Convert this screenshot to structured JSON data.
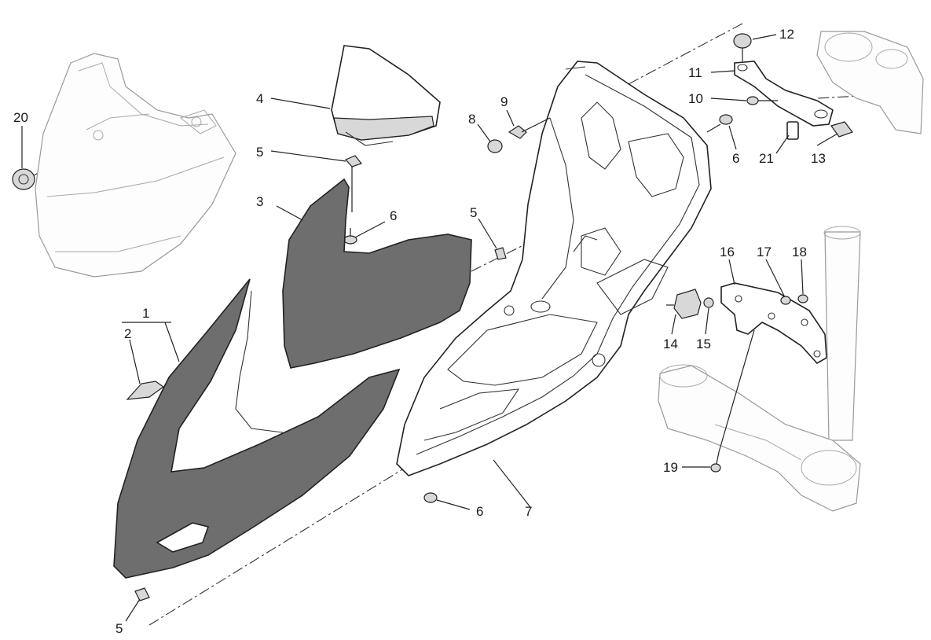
{
  "callouts": [
    {
      "id": "1",
      "text": "1"
    },
    {
      "id": "2",
      "text": "2"
    },
    {
      "id": "3",
      "text": "3"
    },
    {
      "id": "4",
      "text": "4"
    },
    {
      "id": "5a",
      "text": "5"
    },
    {
      "id": "5b",
      "text": "5"
    },
    {
      "id": "5c",
      "text": "5"
    },
    {
      "id": "6a",
      "text": "6"
    },
    {
      "id": "6b",
      "text": "6"
    },
    {
      "id": "6c",
      "text": "6"
    },
    {
      "id": "7",
      "text": "7"
    },
    {
      "id": "8",
      "text": "8"
    },
    {
      "id": "9",
      "text": "9"
    },
    {
      "id": "10",
      "text": "10"
    },
    {
      "id": "11",
      "text": "11"
    },
    {
      "id": "12",
      "text": "12"
    },
    {
      "id": "13",
      "text": "13"
    },
    {
      "id": "14",
      "text": "14"
    },
    {
      "id": "15",
      "text": "15"
    },
    {
      "id": "16",
      "text": "16"
    },
    {
      "id": "17",
      "text": "17"
    },
    {
      "id": "18",
      "text": "18"
    },
    {
      "id": "19",
      "text": "19"
    },
    {
      "id": "20",
      "text": "20"
    },
    {
      "id": "21",
      "text": "21"
    }
  ],
  "colors": {
    "dark_part": "#6e6e6e",
    "line": "#222222",
    "light_part": "#a8a8a8"
  }
}
